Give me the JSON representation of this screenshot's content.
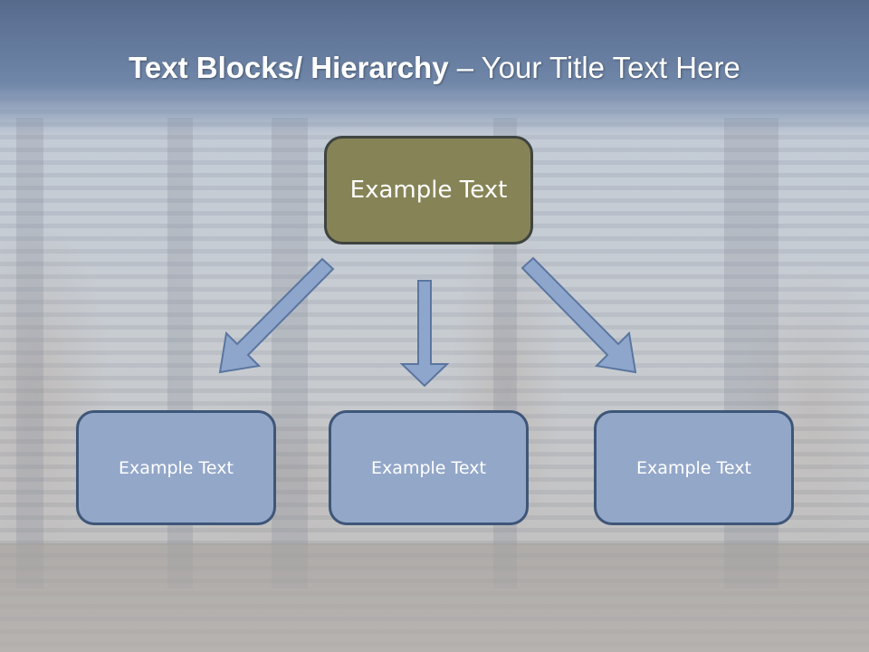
{
  "title": {
    "bold": "Text Blocks/ Hierarchy",
    "rest": " – Your Title Text Here"
  },
  "diagram": {
    "parent": {
      "label": "Example Text"
    },
    "children": [
      {
        "label": "Example Text"
      },
      {
        "label": "Example Text"
      },
      {
        "label": "Example Text"
      }
    ]
  },
  "colors": {
    "title_bar": "#5f7598",
    "parent_fill": "#868456",
    "parent_border": "#3f4440",
    "child_fill": "#93a7c9",
    "child_border": "#3e5678",
    "arrow_fill": "#8ea6cc",
    "arrow_stroke": "#5a76a0"
  }
}
